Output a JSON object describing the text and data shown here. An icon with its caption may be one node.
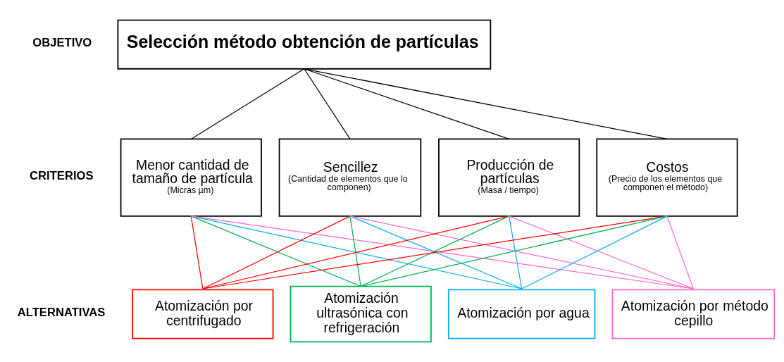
{
  "diagram": {
    "nodes": [
      {
        "text": [
          "Selección método obtención de partículas"
        ]
      },
      {
        "text": [
          "Menor cantidad de tamaño de partícula",
          "(Micras µm)"
        ]
      },
      {
        "text": [
          "Sencillez",
          "(Cantidad de elementos que lo componen)"
        ]
      },
      {
        "text": [
          "Producción de partículas",
          "(Masa / tiempo)"
        ]
      },
      {
        "text": [
          "Costos",
          "(Precio de los elementos que componen el método)"
        ]
      },
      {
        "text": [
          "Atomización por centrifugado"
        ]
      },
      {
        "text": [
          "Atomización ultrasónica con refrigeración"
        ]
      },
      {
        "text": [
          "Atomización por agua"
        ]
      },
      {
        "text": [
          "Atomización por método cepillo"
        ]
      }
    ],
    "edges": [
      {
        "from": 0,
        "to": 1,
        "arrow": "none"
      },
      {
        "from": 0,
        "to": 2,
        "arrow": "none"
      },
      {
        "from": 0,
        "to": 3,
        "arrow": "none"
      },
      {
        "from": 0,
        "to": 4,
        "arrow": "none"
      },
      {
        "from": 1,
        "to": 5,
        "arrow": "none",
        "color": "#ff0000"
      },
      {
        "from": 1,
        "to": 6,
        "arrow": "none",
        "color": "#00b050"
      },
      {
        "from": 1,
        "to": 7,
        "arrow": "none",
        "color": "#00b0f0"
      },
      {
        "from": 1,
        "to": 8,
        "arrow": "none",
        "color": "#ff66cc"
      },
      {
        "from": 2,
        "to": 5,
        "arrow": "none",
        "color": "#ff0000"
      },
      {
        "from": 2,
        "to": 6,
        "arrow": "none",
        "color": "#00b050"
      },
      {
        "from": 2,
        "to": 7,
        "arrow": "none",
        "color": "#00b0f0"
      },
      {
        "from": 2,
        "to": 8,
        "arrow": "none",
        "color": "#ff66cc"
      },
      {
        "from": 3,
        "to": 5,
        "arrow": "none",
        "color": "#ff0000"
      },
      {
        "from": 3,
        "to": 6,
        "arrow": "none",
        "color": "#00b050"
      },
      {
        "from": 3,
        "to": 7,
        "arrow": "none",
        "color": "#00b0f0"
      },
      {
        "from": 3,
        "to": 8,
        "arrow": "none",
        "color": "#ff66cc"
      },
      {
        "from": 4,
        "to": 5,
        "arrow": "none",
        "color": "#ff0000"
      },
      {
        "from": 4,
        "to": 6,
        "arrow": "none",
        "color": "#00b050"
      },
      {
        "from": 4,
        "to": 7,
        "arrow": "none",
        "color": "#00b0f0"
      },
      {
        "from": 4,
        "to": 8,
        "arrow": "none",
        "color": "#ff66cc"
      }
    ],
    "labels": [
      "OBJETIVO",
      "CRITERIOS",
      "ALTERNATIVAS"
    ]
  }
}
